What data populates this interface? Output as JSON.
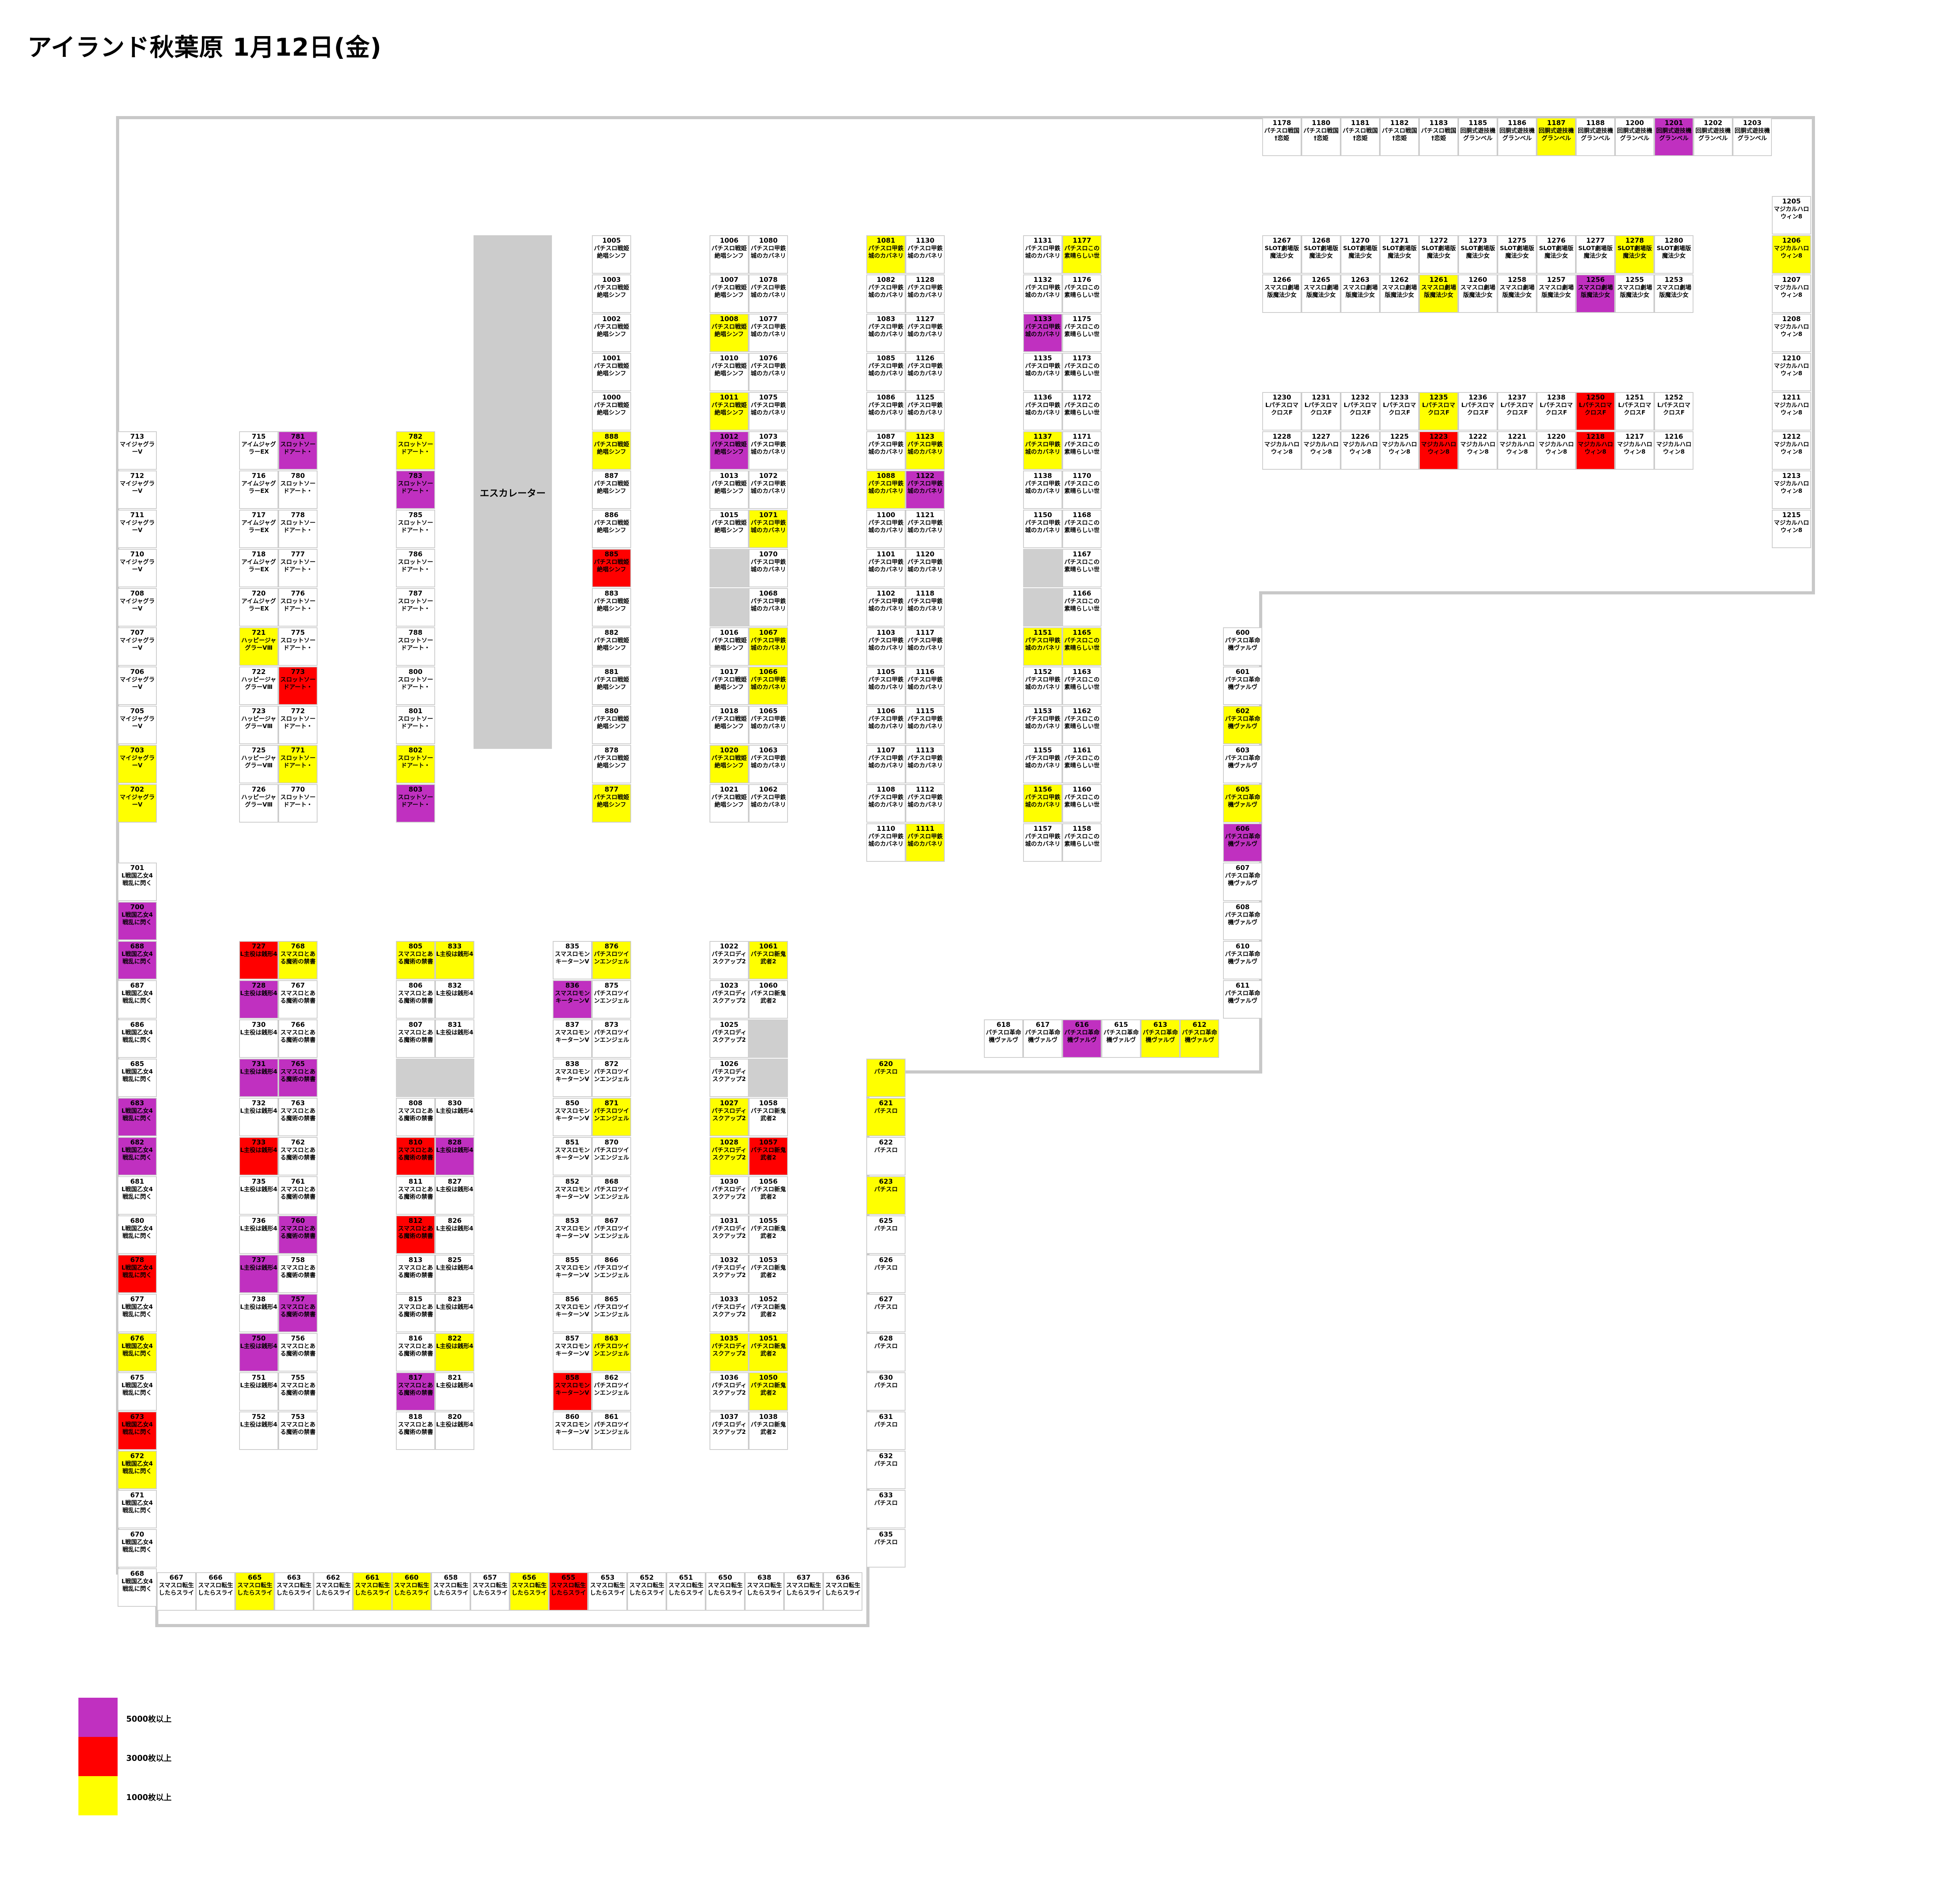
{
  "title": "アイランド秋葉原 1月12日(金)",
  "escalator": "エスカレーター",
  "legend": [
    {
      "label": "5000枚以上",
      "color": "#c030c0"
    },
    {
      "label": "3000枚以上",
      "color": "#ff0000"
    },
    {
      "label": "1000枚以上",
      "color": "#ffff00"
    }
  ],
  "colors": {
    "Y": "#ffff00",
    "R": "#ff0000",
    "P": "#c030c0"
  },
  "columns": [
    {
      "id": "c1",
      "name": "マイジャグラーV",
      "slots": [
        "713",
        "712",
        "711",
        "710",
        "708",
        "707",
        "706",
        "705",
        "703",
        "702"
      ],
      "hl": {
        "703": "Y",
        "702": "Y"
      }
    },
    {
      "id": "c2",
      "name": "L戦国乙女4 戦乱に閃く",
      "slots": [
        "701",
        "700",
        "688",
        "687",
        "686",
        "685",
        "683",
        "682",
        "681",
        "680",
        "678",
        "677",
        "676",
        "675",
        "673",
        "672",
        "671",
        "670",
        "668"
      ],
      "hl": {
        "700": "P",
        "688": "P",
        "683": "P",
        "682": "P",
        "678": "R",
        "676": "Y",
        "673": "R",
        "672": "Y"
      }
    },
    {
      "id": "c3",
      "name": "アイムジャグラーEX",
      "slots": [
        "715",
        "716",
        "717",
        "718",
        "720"
      ],
      "hl": {}
    },
    {
      "id": "c4",
      "name": "ハッピージャグラーVⅢ",
      "slots": [
        "721",
        "722",
        "723",
        "725",
        "726"
      ],
      "hl": {
        "721": "Y"
      }
    },
    {
      "id": "c5",
      "name": "スロットソードアート・",
      "slots": [
        "781",
        "780",
        "778",
        "777",
        "776",
        "775",
        "773",
        "772",
        "771",
        "770"
      ],
      "hl": {
        "781": "P",
        "773": "R",
        "771": "Y"
      }
    },
    {
      "id": "c6",
      "name": "スロットソードアート・",
      "slots": [
        "782",
        "783",
        "785",
        "786",
        "787",
        "788",
        "800",
        "801",
        "802",
        "803"
      ],
      "hl": {
        "782": "Y",
        "783": "P",
        "802": "Y",
        "803": "P"
      }
    },
    {
      "id": "c7",
      "name": "パチスロ戦姫絶唱シンフ",
      "slots": [
        "1005",
        "1003",
        "1002",
        "1001",
        "1000",
        "888",
        "887",
        "886",
        "885",
        "883",
        "882",
        "881",
        "880",
        "878",
        "877"
      ],
      "hl": {
        "888": "Y",
        "885": "R",
        "877": "Y"
      }
    },
    {
      "id": "c8",
      "name": "パチスロ戦姫絶唱シンフ",
      "slots": [
        "1006",
        "1007",
        "1008",
        "1010",
        "1011",
        "1012",
        "1013",
        "1015",
        "_",
        "_",
        "1016",
        "1017",
        "1018",
        "1020",
        "1021"
      ],
      "hl": {
        "1008": "Y",
        "1011": "Y",
        "1012": "P",
        "1020": "Y"
      }
    },
    {
      "id": "c9",
      "name": "パチスロ甲鉄城のカバネリ",
      "slots": [
        "1080",
        "1078",
        "1077",
        "1076",
        "1075",
        "1073",
        "1072",
        "1071",
        "1070",
        "1068",
        "1067",
        "1066",
        "1065",
        "1063",
        "1062"
      ],
      "hl": {
        "1071": "Y",
        "1067": "Y",
        "1066": "Y"
      }
    },
    {
      "id": "c10",
      "name": "パチスロ甲鉄城のカバネリ",
      "slots": [
        "1081",
        "1082",
        "1083",
        "1085",
        "1086",
        "1087",
        "1088",
        "1100",
        "1101",
        "1102",
        "1103",
        "1105",
        "1106",
        "1107",
        "1108",
        "1110"
      ],
      "hl": {
        "1081": "Y",
        "1088": "Y"
      }
    },
    {
      "id": "c11",
      "name": "パチスロ甲鉄城のカバネリ",
      "slots": [
        "1130",
        "1128",
        "1127",
        "1126",
        "1125",
        "1123",
        "1122",
        "1121",
        "1120",
        "1118",
        "1117",
        "1116",
        "1115",
        "1113",
        "1112",
        "1111"
      ],
      "hl": {
        "1123": "Y",
        "1122": "P",
        "1111": "Y"
      }
    },
    {
      "id": "c12",
      "name": "パチスロ甲鉄城のカバネリ",
      "slots": [
        "1131",
        "1132",
        "1133",
        "1135",
        "1136",
        "1137",
        "1138",
        "1150",
        "_",
        "_",
        "1151",
        "1152",
        "1153",
        "1155",
        "1156",
        "1157"
      ],
      "hl": {
        "1133": "P",
        "1137": "Y",
        "1151": "Y",
        "1156": "Y"
      }
    },
    {
      "id": "c13",
      "name": "パチスロこの素晴らしい世",
      "slots": [
        "1177",
        "1176",
        "1175",
        "1173",
        "1172",
        "1171",
        "1170",
        "1168",
        "1167",
        "1166",
        "1165",
        "1163",
        "1162",
        "1161",
        "1160",
        "1158"
      ],
      "hl": {
        "1177": "Y",
        "1165": "Y"
      }
    },
    {
      "id": "c14",
      "name": "L主役は銭形4",
      "slots": [
        "727",
        "728",
        "730",
        "731",
        "732",
        "733",
        "735",
        "736",
        "737",
        "738",
        "750",
        "751",
        "752"
      ],
      "hl": {
        "727": "R",
        "728": "P",
        "731": "P",
        "733": "R",
        "737": "P",
        "750": "P"
      }
    },
    {
      "id": "c15",
      "name": "スマスロとある魔術の禁書",
      "slots": [
        "768",
        "767",
        "766",
        "765",
        "763",
        "762",
        "761",
        "760",
        "758",
        "757",
        "756",
        "755",
        "753"
      ],
      "hl": {
        "768": "Y",
        "765": "P",
        "760": "P",
        "757": "P"
      }
    },
    {
      "id": "c16",
      "name": "スマスロとある魔術の禁書",
      "slots": [
        "805",
        "806",
        "807",
        "_",
        "808",
        "810",
        "811",
        "812",
        "813",
        "815",
        "816",
        "817",
        "818"
      ],
      "hl": {
        "805": "Y",
        "810": "R",
        "812": "R",
        "817": "P"
      }
    },
    {
      "id": "c17",
      "name": "L主役は銭形4",
      "slots": [
        "833",
        "832",
        "831",
        "_",
        "830",
        "828",
        "827",
        "826",
        "825",
        "823",
        "822",
        "821",
        "820"
      ],
      "hl": {
        "833": "Y",
        "828": "P",
        "822": "Y"
      }
    },
    {
      "id": "c18",
      "name": "スマスロモンキーターンV",
      "slots": [
        "835",
        "836",
        "837",
        "838",
        "850",
        "851",
        "852",
        "853",
        "855",
        "856",
        "857",
        "858",
        "860"
      ],
      "hl": {
        "836": "P",
        "858": "R"
      }
    },
    {
      "id": "c19",
      "name": "パチスロツインエンジェル",
      "slots": [
        "876",
        "875",
        "873",
        "872",
        "871",
        "870",
        "868",
        "867",
        "866",
        "865",
        "863",
        "862",
        "861"
      ],
      "hl": {
        "876": "Y",
        "871": "Y",
        "863": "Y"
      }
    },
    {
      "id": "c20",
      "name": "パチスロディスクアップ2",
      "slots": [
        "1022",
        "1023",
        "1025",
        "1026",
        "1027",
        "1028",
        "1030",
        "1031",
        "1032",
        "1033",
        "1035",
        "1036",
        "1037"
      ],
      "hl": {
        "1027": "Y",
        "1028": "Y",
        "1035": "Y"
      }
    },
    {
      "id": "c21",
      "name": "パチスロ新鬼武者2",
      "slots": [
        "1061",
        "1060",
        "_",
        "_",
        "1058",
        "1057",
        "1056",
        "1055",
        "1053",
        "1052",
        "1051",
        "1050",
        "1038"
      ],
      "hl": {
        "1061": "Y",
        "1057": "R",
        "1051": "Y",
        "1050": "Y"
      }
    },
    {
      "id": "c22",
      "name": "パチスロ革命機ヴァルヴ",
      "slots": [
        "600",
        "601",
        "602",
        "603",
        "605",
        "606",
        "607",
        "608",
        "610",
        "611"
      ],
      "hl": {
        "602": "Y",
        "605": "Y",
        "606": "P"
      }
    },
    {
      "id": "c23",
      "name": "パチスロ",
      "slots": [
        "620",
        "621",
        "622",
        "623",
        "625",
        "626",
        "627",
        "628",
        "630",
        "631",
        "632",
        "633",
        "635"
      ],
      "hl": {
        "620": "Y",
        "621": "Y",
        "623": "Y"
      }
    },
    {
      "id": "c24",
      "name": "マジカルハロウィン8",
      "slots": [
        "1205",
        "1206",
        "1207",
        "1208",
        "1210",
        "1211",
        "1212",
        "1213",
        "1215"
      ],
      "hl": {
        "1206": "Y"
      }
    }
  ],
  "rows": [
    {
      "id": "r1",
      "name": "パチスロ戦国†恋姫",
      "slots": [
        "1178",
        "1180",
        "1181",
        "1182",
        "1183"
      ],
      "hl": {}
    },
    {
      "id": "r2",
      "name": "回胴式遊技機グランベル",
      "slots": [
        "1185",
        "1186",
        "1187",
        "1188",
        "1200",
        "1201",
        "1202",
        "1203"
      ],
      "hl": {
        "1187": "Y",
        "1201": "P"
      }
    },
    {
      "id": "r3",
      "name": "SLOT劇場版魔法少女",
      "slots": [
        "1267",
        "1268",
        "1270",
        "1271",
        "1272",
        "1273",
        "1275",
        "1276",
        "1277",
        "1278",
        "1280"
      ],
      "hl": {
        "1278": "Y"
      }
    },
    {
      "id": "r4",
      "name": "スマスロ劇場版魔法少女",
      "slots": [
        "1266",
        "1265",
        "1263",
        "1262",
        "1261",
        "1260",
        "1258",
        "1257",
        "1256",
        "1255",
        "1253"
      ],
      "hl": {
        "1261": "Y",
        "1256": "P"
      }
    },
    {
      "id": "r5",
      "name": "LパチスロマクロスF",
      "slots": [
        "1230",
        "1231",
        "1232",
        "1233",
        "1235",
        "1236",
        "1237",
        "1238",
        "1250",
        "1251",
        "1252"
      ],
      "hl": {
        "1235": "Y",
        "1250": "R"
      }
    },
    {
      "id": "r6",
      "name": "マジカルハロウィン8",
      "slots": [
        "1228",
        "1227",
        "1226",
        "1225",
        "1223",
        "1222",
        "1221",
        "1220",
        "1218",
        "1217",
        "1216"
      ],
      "hl": {
        "1223": "R",
        "1218": "R"
      }
    },
    {
      "id": "r7",
      "name": "スマスロ転生したらスライ",
      "slots": [
        "667",
        "666",
        "665",
        "663",
        "662",
        "661",
        "660",
        "658",
        "657",
        "656",
        "655",
        "653",
        "652",
        "651",
        "650",
        "638",
        "637",
        "636"
      ],
      "hl": {
        "665": "Y",
        "661": "Y",
        "660": "Y",
        "656": "Y",
        "655": "R"
      }
    },
    {
      "id": "r8",
      "name": "パチスロ革命機ヴァルヴ",
      "slots": [
        "618",
        "617",
        "616",
        "615",
        "613",
        "612"
      ],
      "hl": {
        "616": "P",
        "613": "Y",
        "612": "Y"
      }
    }
  ]
}
